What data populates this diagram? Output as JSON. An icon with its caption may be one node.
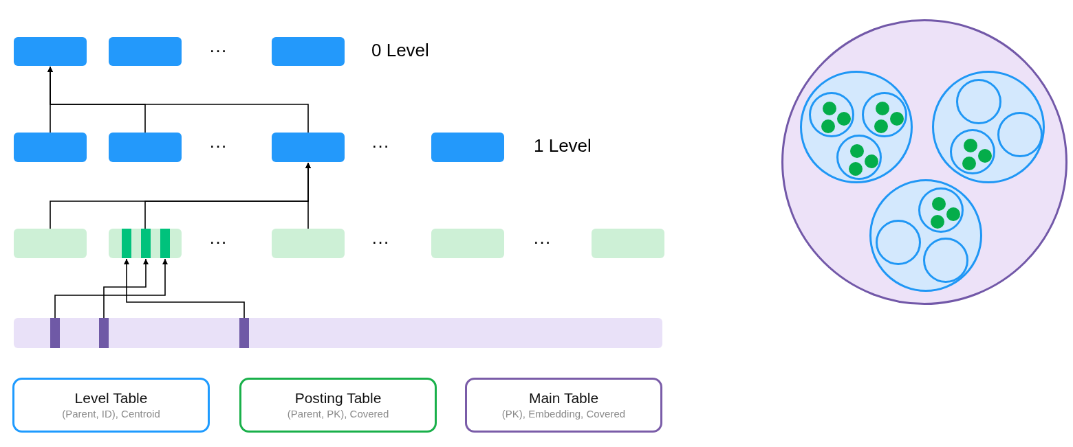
{
  "diagram": {
    "nodes": [
      {
        "text": [],
        "shape": "box"
      },
      {
        "text": [],
        "shape": "box"
      },
      {
        "text": [],
        "shape": "box"
      },
      {
        "text": [],
        "shape": "box"
      },
      {
        "text": [],
        "shape": "box"
      },
      {
        "text": [],
        "shape": "box"
      },
      {
        "text": [],
        "shape": "box"
      },
      {
        "text": [],
        "shape": "box"
      },
      {
        "text": [],
        "shape": "box"
      },
      {
        "text": [],
        "shape": "bar",
        "in": 8
      },
      {
        "text": [],
        "shape": "bar",
        "in": 8
      },
      {
        "text": [],
        "shape": "bar",
        "in": 8
      },
      {
        "text": [],
        "shape": "box"
      },
      {
        "text": [],
        "shape": "box"
      },
      {
        "text": [],
        "shape": "box"
      },
      {
        "text": [],
        "shape": "bar"
      },
      {
        "text": [],
        "shape": "bar",
        "in": 15
      },
      {
        "text": [],
        "shape": "bar",
        "in": 15
      },
      {
        "text": [],
        "shape": "bar",
        "in": 15
      },
      {
        "text": [
          "Level Table",
          "(Parent, ID), Centroid"
        ]
      },
      {
        "text": [
          "Posting Table",
          "(Parent, PK), Covered"
        ]
      },
      {
        "text": [
          "Main Table",
          "(PK), Embedding, Covered"
        ]
      },
      {
        "text": [],
        "shape": "circle"
      },
      {
        "text": [],
        "shape": "circle",
        "in": 22
      },
      {
        "text": [],
        "shape": "circle",
        "in": 23
      },
      {
        "text": [],
        "shape": "circle",
        "in": 23
      },
      {
        "text": [],
        "shape": "circle",
        "in": 23
      },
      {
        "text": [],
        "shape": "circle",
        "in": 24
      },
      {
        "text": [],
        "shape": "circle",
        "in": 24
      },
      {
        "text": [],
        "shape": "circle",
        "in": 24
      },
      {
        "text": [],
        "shape": "circle",
        "in": 25
      },
      {
        "text": [],
        "shape": "circle",
        "in": 25
      },
      {
        "text": [],
        "shape": "circle",
        "in": 25
      },
      {
        "text": [],
        "shape": "circle",
        "in": 26
      },
      {
        "text": [],
        "shape": "circle",
        "in": 26
      },
      {
        "text": [],
        "shape": "circle",
        "in": 26
      },
      {
        "text": [],
        "shape": "circle",
        "in": 22
      },
      {
        "text": [],
        "shape": "circle",
        "in": 36
      },
      {
        "text": [],
        "shape": "circle",
        "in": 36
      },
      {
        "text": [],
        "shape": "circle",
        "in": 36
      },
      {
        "text": [],
        "shape": "circle",
        "in": 39
      },
      {
        "text": [],
        "shape": "circle",
        "in": 39
      },
      {
        "text": [],
        "shape": "circle",
        "in": 39
      },
      {
        "text": [],
        "shape": "circle",
        "in": 22
      },
      {
        "text": [],
        "shape": "circle",
        "in": 43
      },
      {
        "text": [],
        "shape": "circle",
        "in": 44
      },
      {
        "text": [],
        "shape": "circle",
        "in": 44
      },
      {
        "text": [],
        "shape": "circle",
        "in": 44
      },
      {
        "text": [],
        "shape": "circle",
        "in": 43
      },
      {
        "text": [],
        "shape": "circle",
        "in": 43
      }
    ],
    "edges": [
      {
        "from": 3,
        "to": 0,
        "arrow": "to"
      },
      {
        "from": 4,
        "to": 0,
        "arrow": "to"
      },
      {
        "from": 5,
        "to": 0,
        "arrow": "to"
      },
      {
        "from": 7,
        "to": 5,
        "arrow": "to"
      },
      {
        "from": 8,
        "to": 5,
        "arrow": "to"
      },
      {
        "from": 12,
        "to": 5,
        "arrow": "to"
      },
      {
        "from": 16,
        "to": 11,
        "arrow": "to"
      },
      {
        "from": 17,
        "to": 10,
        "arrow": "to"
      },
      {
        "from": 18,
        "to": 9,
        "arrow": "to"
      }
    ],
    "labels": [
      "···",
      "0 Level",
      "···",
      "···",
      "1 Level",
      "···",
      "···",
      "···"
    ]
  }
}
